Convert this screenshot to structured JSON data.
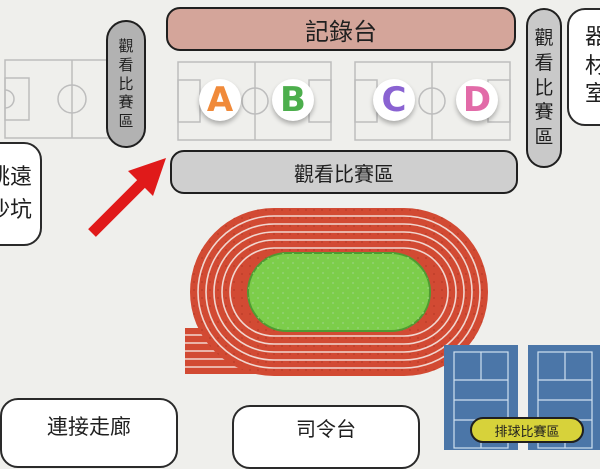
{
  "record_table": {
    "label": "記錄台",
    "color": "#d4a59a"
  },
  "spectator_area_main": {
    "label": "觀看比賽區",
    "color": "#cfcfcf"
  },
  "spectator_area_left": {
    "chars": [
      "觀",
      "看",
      "比",
      "賽",
      "區"
    ]
  },
  "spectator_area_right": {
    "chars": [
      "觀",
      "看",
      "比",
      "賽",
      "區"
    ]
  },
  "equipment_room": {
    "chars": [
      "器",
      "材",
      "室"
    ]
  },
  "long_jump_pit": {
    "lines": [
      "跳遠",
      "沙坑"
    ]
  },
  "courts": [
    {
      "label": "A",
      "color": "#f08a3a"
    },
    {
      "label": "B",
      "color": "#4cae4c"
    },
    {
      "label": "C",
      "color": "#8a63d2"
    },
    {
      "label": "D",
      "color": "#e26ba8"
    }
  ],
  "connecting_corridor": {
    "label": "連接走廊"
  },
  "command_platform": {
    "label": "司令台"
  },
  "volleyball_area": {
    "label": "排球比賽區",
    "color": "#d7d23a"
  },
  "arrow": {
    "color": "#e01a1a"
  },
  "track": {
    "color": "#d24a33",
    "field_color": "#6cb84a"
  }
}
